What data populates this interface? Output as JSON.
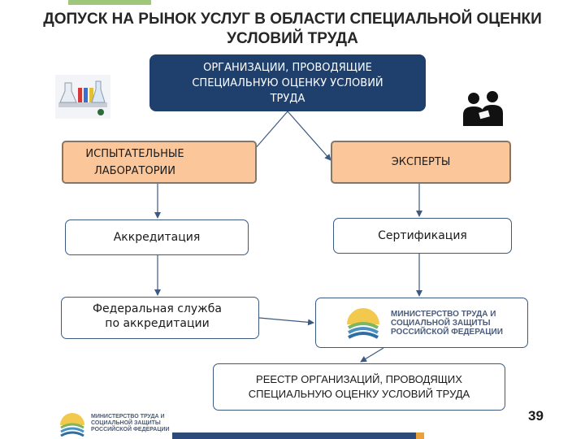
{
  "title": "ДОПУСК НА РЫНОК УСЛУГ В ОБЛАСТИ СПЕЦИАЛЬНОЙ ОЦЕНКИ УСЛОВИЙ ТРУДА",
  "top_box": "ОРГАНИЗАЦИИ, ПРОВОДЯЩИЕ СПЕЦИАЛЬНУЮ ОЦЕНКУ УСЛОВИЙ ТРУДА",
  "labs_box": "ИСПЫТАТЕЛЬНЫЕ ЛАБОРАТОРИИ",
  "experts_box": "ЭКСПЕРТЫ",
  "accreditation_box": "Аккредитация",
  "certification_box": "Сертификация",
  "federal_service_box": "Федеральная служба по аккредитации",
  "ministry_logo_text": "МИНИСТЕРСТВО ТРУДА И СОЦИАЛЬНОЙ ЗАЩИТЫ РОССИЙСКОЙ ФЕДЕРАЦИИ",
  "registry_box": "РЕЕСТР ОРГАНИЗАЦИЙ, ПРОВОДЯЩИХ СПЕЦИАЛЬНУЮ ОЦЕНКУ УСЛОВИЙ ТРУДА",
  "page_number": "39",
  "icons": {
    "labs": "laboratory-flasks-icon",
    "experts": "experts-silhouette-icon",
    "ministry": "ministry-emblem-icon"
  },
  "colors": {
    "top_box": "#1f3f6d",
    "peach_box": "#fbc79a",
    "accent_green": "#9fc77a",
    "accent_orange": "#e8a23c"
  }
}
